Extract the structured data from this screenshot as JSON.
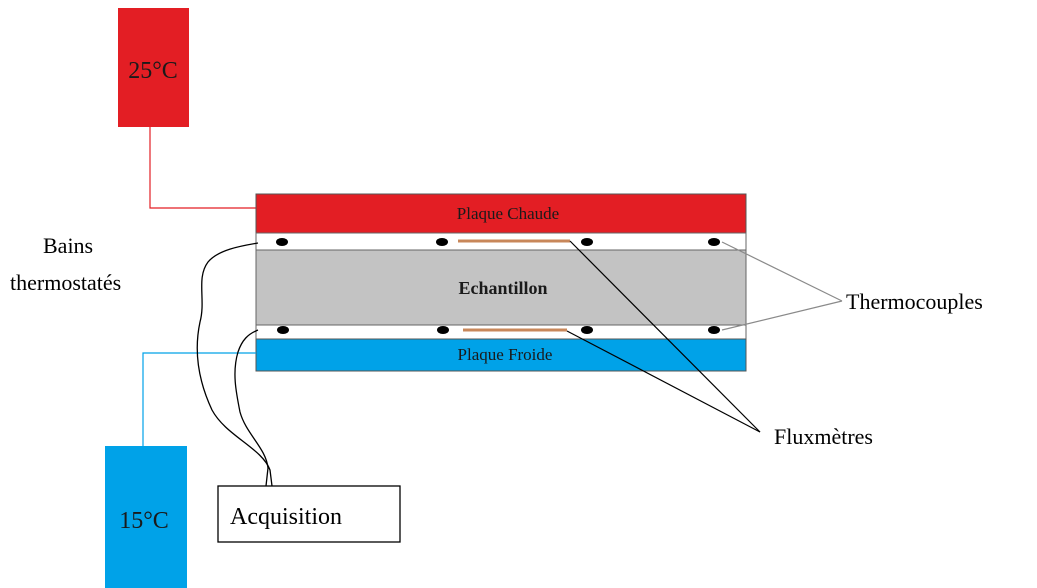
{
  "baths": {
    "hot_label": "25°C",
    "cold_label": "15°C",
    "caption_line1": "Bains",
    "caption_line2": "thermostatés",
    "hot_color": "#e31e24",
    "cold_color": "#00a2e8"
  },
  "stack": {
    "hot_plate_label": "Plaque Chaude",
    "sample_label": "Echantillon",
    "cold_plate_label": "Plaque Froide",
    "hot_plate_color": "#e31e24",
    "sample_color": "#c3c3c3",
    "cold_plate_color": "#00a2e8",
    "fluxmeter_color": "#c8875a"
  },
  "labels": {
    "thermocouples": "Thermocouples",
    "fluxmeters": "Fluxmètres",
    "acquisition": "Acquisition"
  }
}
